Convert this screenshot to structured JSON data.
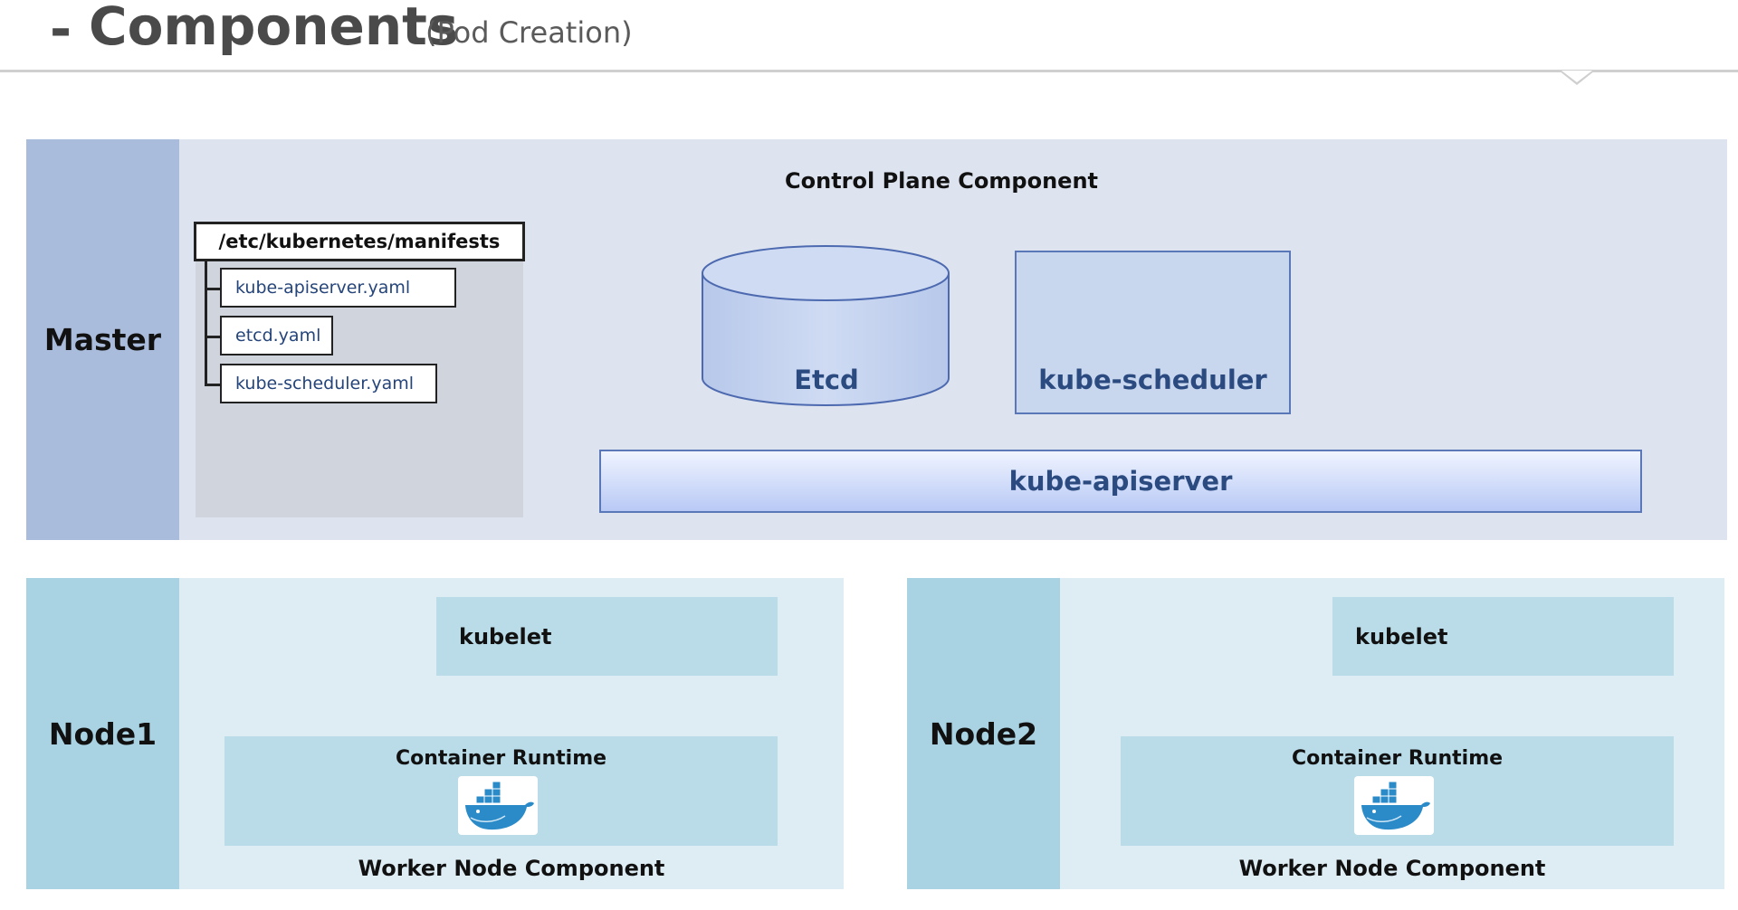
{
  "header": {
    "dash": "-",
    "title": "Components",
    "subtitle": "(Pod Creation)"
  },
  "master": {
    "label": "Master",
    "control_plane_label": "Control Plane Component",
    "manifests": {
      "path": "/etc/kubernetes/manifests",
      "files": [
        "kube-apiserver.yaml",
        "etcd.yaml",
        "kube-scheduler.yaml"
      ]
    },
    "etcd_label": "Etcd",
    "scheduler_label": "kube-scheduler",
    "apiserver_label": "kube-apiserver"
  },
  "nodes": [
    {
      "label": "Node1",
      "kubelet_label": "kubelet",
      "runtime_label": "Container Runtime",
      "runtime_icon": "docker-whale-icon",
      "footer_label": "Worker Node Component"
    },
    {
      "label": "Node2",
      "kubelet_label": "kubelet",
      "runtime_label": "Container Runtime",
      "runtime_icon": "docker-whale-icon",
      "footer_label": "Worker Node Component"
    }
  ],
  "colors": {
    "master_panel": "#dde4f0",
    "master_side": "#aabcdb",
    "node_panel": "#deedf4",
    "node_side": "#a9d3e2",
    "component_text": "#2a4a80",
    "docker_blue": "#2a8bc8"
  }
}
